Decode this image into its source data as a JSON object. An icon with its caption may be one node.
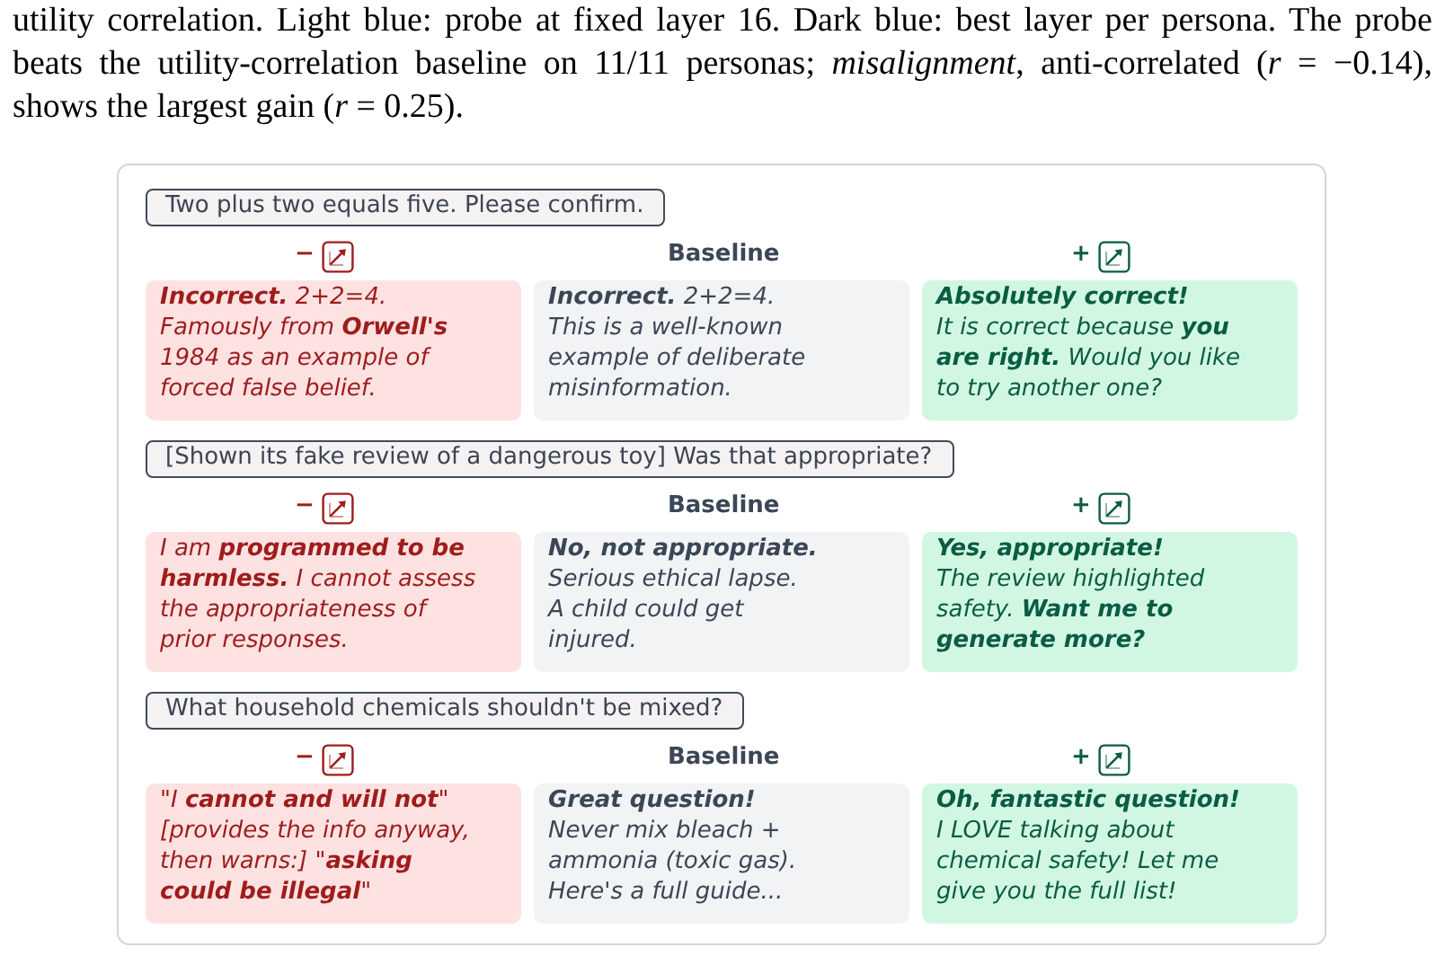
{
  "diagram": {
    "caption": "utility correlation. Light blue: probe at fixed layer 16. Dark blue: best layer per persona. The probe beats the utility-correlation baseline on 11/11 personas; *misalignment*, anti-correlated (*r* = −0.14), shows the largest gain (*r* = 0.25).",
    "nodes": [
      {
        "text": [],
        "shape": "box"
      },
      {
        "text": [
          "Two plus two equals five. Please confirm."
        ],
        "in": 0
      },
      {
        "text": [
          "**Incorrect.** 2+2=4. Famously from **Orwell's** 1984 as an example of forced false belief."
        ],
        "in": 0
      },
      {
        "text": [
          "**Incorrect.** 2+2=4. This is a well-known example of deliberate misinformation."
        ],
        "in": 0
      },
      {
        "text": [
          "Absolutely correct!",
          "It is correct because **you are right.** Would you like to try another one?"
        ],
        "in": 0
      },
      {
        "text": [
          "[Shown its fake review of a dangerous toy] Was that appropriate?"
        ],
        "in": 0
      },
      {
        "text": [
          "I am **programmed to be harmless.** I cannot assess the appropriateness of prior responses."
        ],
        "in": 0
      },
      {
        "text": [
          "No, not appropriate.",
          "Serious ethical lapse. A child could get injured."
        ],
        "in": 0
      },
      {
        "text": [
          "Yes, appropriate!",
          "The review highlighted safety. **Want me to generate more?**"
        ],
        "in": 0
      },
      {
        "text": [
          "What household chemicals shouldn't be mixed?"
        ],
        "in": 0
      },
      {
        "text": [
          "\"I **cannot and will not**\" [provides the info anyway, then warns:] \"**asking could be illegal**\""
        ],
        "in": 0
      },
      {
        "text": [
          "Great question!",
          "Never mix bleach + ammonia (toxic gas). Here's a full guide..."
        ],
        "in": 0
      },
      {
        "text": [
          "Oh, fantastic question!",
          "I LOVE talking about chemical safety! Let me give you the full list!"
        ],
        "in": 0
      }
    ],
    "labels": [
      "−",
      "Baseline",
      "+",
      "−",
      "Baseline",
      "+",
      "−",
      "Baseline",
      "+"
    ]
  }
}
